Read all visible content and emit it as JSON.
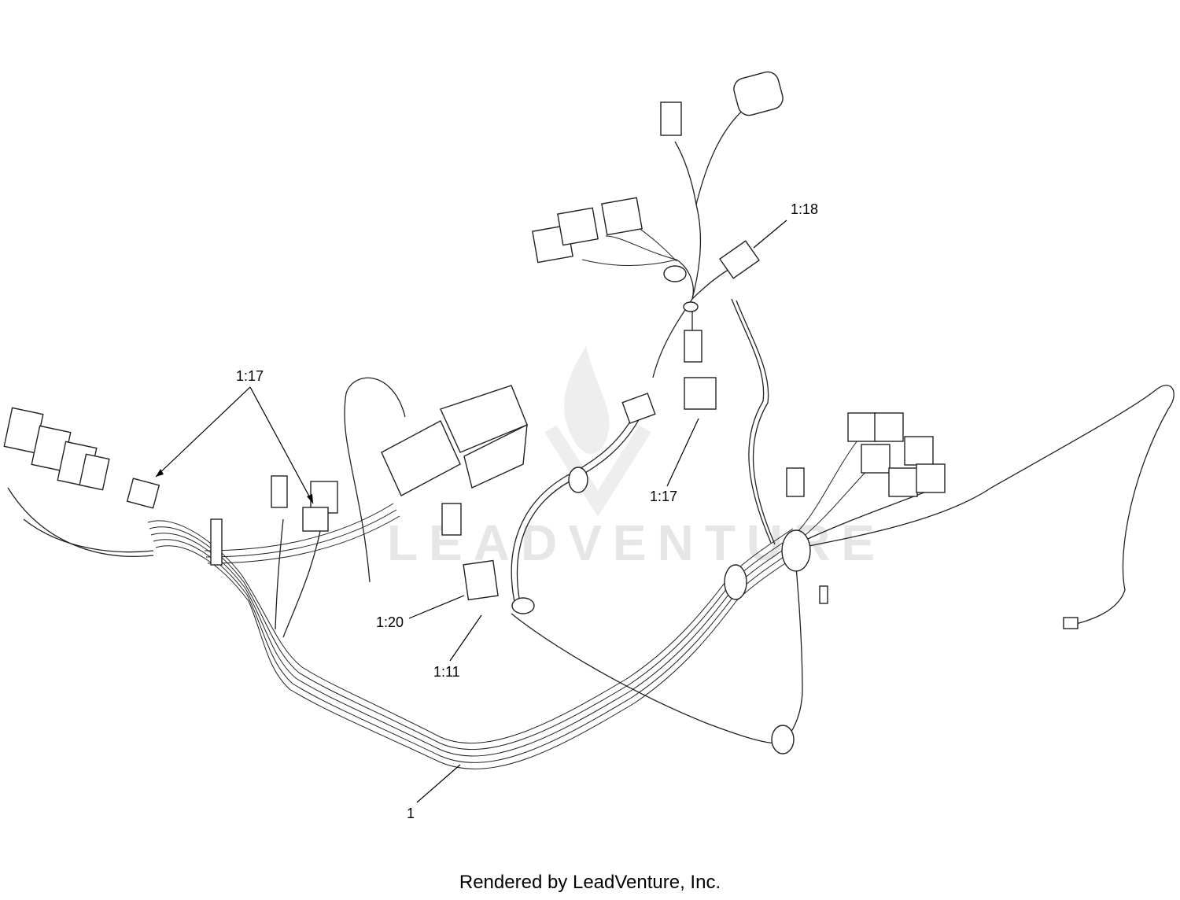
{
  "callouts": {
    "c1_18": "1:18",
    "c1_17_left": "1:17",
    "c1_17_right": "1:17",
    "c1_20": "1:20",
    "c1_11": "1:11",
    "c1": "1"
  },
  "watermark": "LEADVENTURE",
  "footer": "Rendered by LeadVenture, Inc."
}
